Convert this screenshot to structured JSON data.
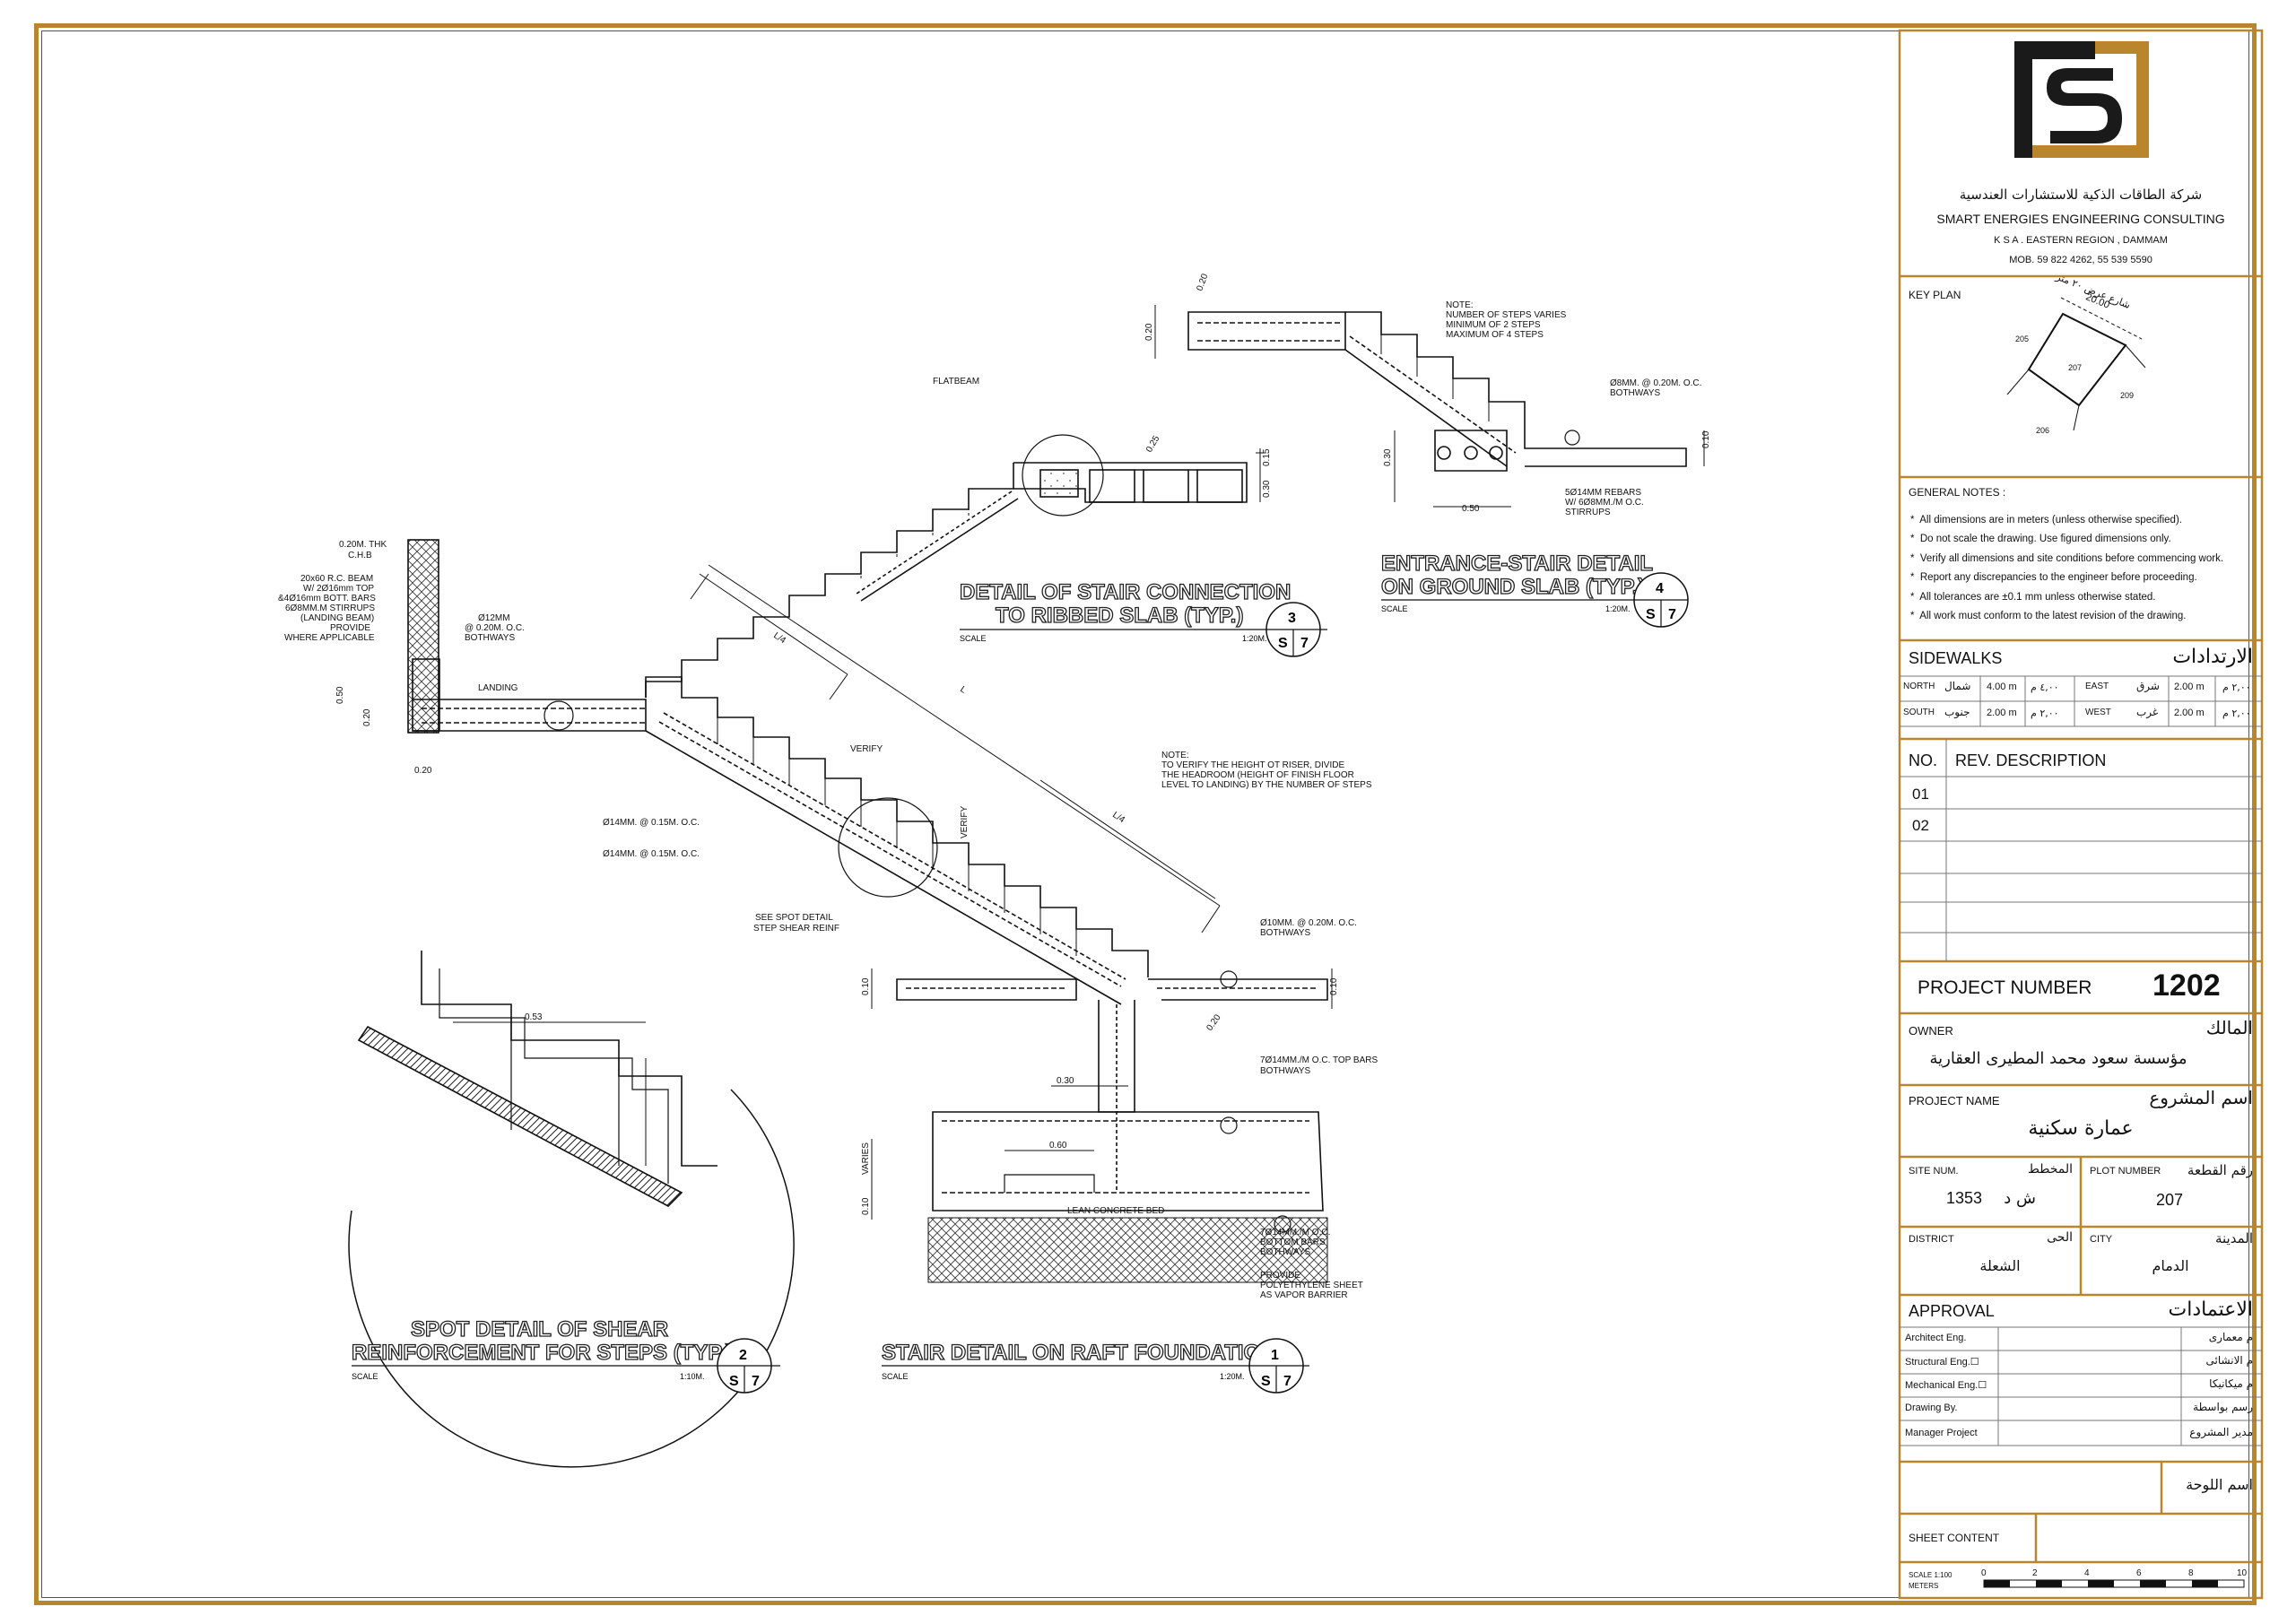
{
  "company": {
    "name_ar": "شركة الطاقات الذكية للاستشارات العندسية",
    "name_en": "SMART ENERGIES ENGINEERING CONSULTING",
    "address": "K S A . EASTERN REGION , DAMMAM",
    "phone": "MOB. 59 822 4262, 55 539 5590",
    "brand_color": "#b9862e"
  },
  "key_plan": {
    "title": "KEY PLAN",
    "street": "شارع عرض ٢٠ متر",
    "street_width": "20.00",
    "plots": [
      "205",
      "207",
      "209",
      "206"
    ]
  },
  "general_notes": {
    "title": "GENERAL NOTES :",
    "items": [
      "All dimensions are in meters (unless otherwise specified).",
      "Do not scale the drawing. Use figured dimensions only.",
      "Verify all dimensions and site conditions before commencing work.",
      "Report any discrepancies to the engineer before proceeding.",
      "All tolerances are ±0.1 mm unless otherwise stated.",
      "All work must conform to the latest revision of the drawing."
    ]
  },
  "sidewalks": {
    "title_en": "SIDEWALKS",
    "title_ar": "الارتدادات",
    "north_label": "NORTH",
    "north_ar": "شمال",
    "north_value": "4.00 m",
    "north_ar_value": "٤,٠٠ م",
    "east_label": "EAST",
    "east_ar": "شرق",
    "east_value": "2.00 m",
    "east_ar_value": "٢,٠٠ م",
    "south_label": "SOUTH",
    "south_ar": "جنوب",
    "south_value": "2.00 m",
    "south_ar_value": "٢,٠٠ م",
    "west_label": "WEST",
    "west_ar": "غرب",
    "west_value": "2.00 m",
    "west_ar_value": "٢,٠٠ م"
  },
  "revisions": {
    "no_header": "NO.",
    "desc_header": "REV. DESCRIPTION",
    "rows": [
      "01",
      "02"
    ]
  },
  "project": {
    "number_label": "PROJECT NUMBER",
    "number": "1202",
    "owner_label": "OWNER",
    "owner_label_ar": "المالك",
    "owner": "مؤسسة سعود محمد المطيرى العقارية",
    "name_label": "PROJECT NAME",
    "name_label_ar": "اسم المشروع",
    "name": "عمارة سكنية",
    "site_num_label": "SITE NUM.",
    "site_num_label_ar": "المخطط",
    "site_num": "1353",
    "site_num_ar": "ش د",
    "plot_label": "PLOT NUMBER",
    "plot_label_ar": "رقم القطعة",
    "plot": "207",
    "district_label": "DISTRICT",
    "district_label_ar": "الحى",
    "district": "الشعلة",
    "city_label": "CITY",
    "city_label_ar": "المدينة",
    "city": "الدمام"
  },
  "approval": {
    "title_en": "APPROVAL",
    "title_ar": "الاعتمادات",
    "rows": [
      {
        "en": "Architect Eng.",
        "ar": "م معمارى"
      },
      {
        "en": "Structural Eng.☐",
        "ar": "م الانشائى"
      },
      {
        "en": "Mechanical Eng.☐",
        "ar": "م ميكانيكا"
      },
      {
        "en": "Drawing By.",
        "ar": "رسم بواسطة"
      },
      {
        "en": "Manager Project",
        "ar": "مدير المشروع"
      }
    ],
    "sheet_name_ar": "اسم اللوحة",
    "sheet_content": "SHEET CONTENT",
    "scale_label": "SCALE 1:100",
    "scale_units": "METERS",
    "scale_ticks": [
      "0",
      "2",
      "4",
      "6",
      "8",
      "10"
    ]
  },
  "details": {
    "d1": {
      "title": "STAIR DETAIL ON RAFT FOUNDATION",
      "scale_label": "SCALE",
      "scale": "1:20M.",
      "num": "1",
      "sheet": "S",
      "sheet_num": "7"
    },
    "d2": {
      "title1": "SPOT DETAIL OF SHEAR",
      "title2": "REINFORCEMENT FOR STEPS (TYP.)",
      "scale_label": "SCALE",
      "scale": "1:10M.",
      "num": "2",
      "sheet": "S",
      "sheet_num": "7"
    },
    "d3": {
      "title1": "DETAIL OF STAIR CONNECTION",
      "title2": "TO RIBBED SLAB (TYP.)",
      "scale_label": "SCALE",
      "scale": "1:20M.",
      "num": "3",
      "sheet": "S",
      "sheet_num": "7"
    },
    "d4": {
      "title1": "ENTRANCE-STAIR DETAIL",
      "title2": "ON GROUND SLAB (TYP.)",
      "scale_label": "SCALE",
      "scale": "1:20M.",
      "num": "4",
      "sheet": "S",
      "sheet_num": "7"
    }
  },
  "labels": {
    "flatbeam": "FLATBEAM",
    "chb1": "0.20M. THK",
    "chb2": "C.H.B",
    "beam1": "20x60 R.C. BEAM",
    "beam2": "W/ 2Ø16mm TOP",
    "beam3": "&4Ø16mm BOTT. BARS",
    "beam4": "6Ø8MM.M STIRRUPS",
    "beam5": "(LANDING BEAM)",
    "beam6": "PROVIDE",
    "beam7": "WHERE APPLICABLE",
    "bar12a": "Ø12MM",
    "bar12b": "@ 0.20M. O.C.",
    "bar12c": "BOTHWAYS",
    "landing": "LANDING",
    "dim050": "0.50",
    "dim020": "0.20",
    "dim020b": "0.20",
    "bar14a": "Ø14MM. @ 0.15M. O.C.",
    "bar14b": "Ø14MM. @ 0.15M. O.C.",
    "verify": "VERIFY",
    "verify2": "VERIFY",
    "spot1": "SEE SPOT DETAIL",
    "spot2": "STEP SHEAR REINF",
    "note_a1": "NOTE:",
    "note_a2": "TO VERIFY THE HEIGHT OT RISER, DIVIDE",
    "note_a3": "THE HEADROOM (HEIGHT OF FINISH FLOOR",
    "note_a4": "LEVEL TO LANDING) BY THE NUMBER OF STEPS",
    "l4a": "L/4",
    "l4b": "L/4",
    "lfull": "L",
    "bar10a": "Ø10MM. @ 0.20M. O.C.",
    "bar10b": "BOTHWAYS",
    "top7a": "7Ø14MM./M O.C. TOP BARS",
    "top7b": "BOTHWAYS",
    "dim030": "0.30",
    "dim060": "0.60",
    "varies": "VARIES",
    "dim010a": "0.10",
    "dim010b": "0.10",
    "dim010c": "0.10",
    "dim020c": "0.20",
    "lean": "LEAN CONCRETE BED",
    "bot7a": "7Ø14MM./M O.C.",
    "bot7b": "BOTTOM BARS",
    "bot7c": "BOTHWAYS",
    "poly1": "PROVIDE",
    "poly2": "POLYETHYLENE SHEET",
    "poly3": "AS VAPOR BARRIER",
    "dim053": "0.53",
    "dim025": "0.25",
    "dim015": "0.15",
    "dim030b": "0.30",
    "note_b1": "NOTE:",
    "note_b2": "NUMBER OF STEPS VARIES",
    "note_b3": "MINIMUM OF 2 STEPS",
    "note_b4": "MAXIMUM OF 4 STEPS",
    "bar8a": "Ø8MM. @ 0.20M. O.C.",
    "bar8b": "BOTHWAYS",
    "rebar5a": "5Ø14MM REBARS",
    "rebar5b": "W/ 6Ø8MM./M O.C.",
    "rebar5c": "STIRRUPS",
    "dim020d": "0.20",
    "dim020e": "0.20",
    "dim030c": "0.30",
    "dim050b": "0.50",
    "dim010d": "0.10"
  }
}
